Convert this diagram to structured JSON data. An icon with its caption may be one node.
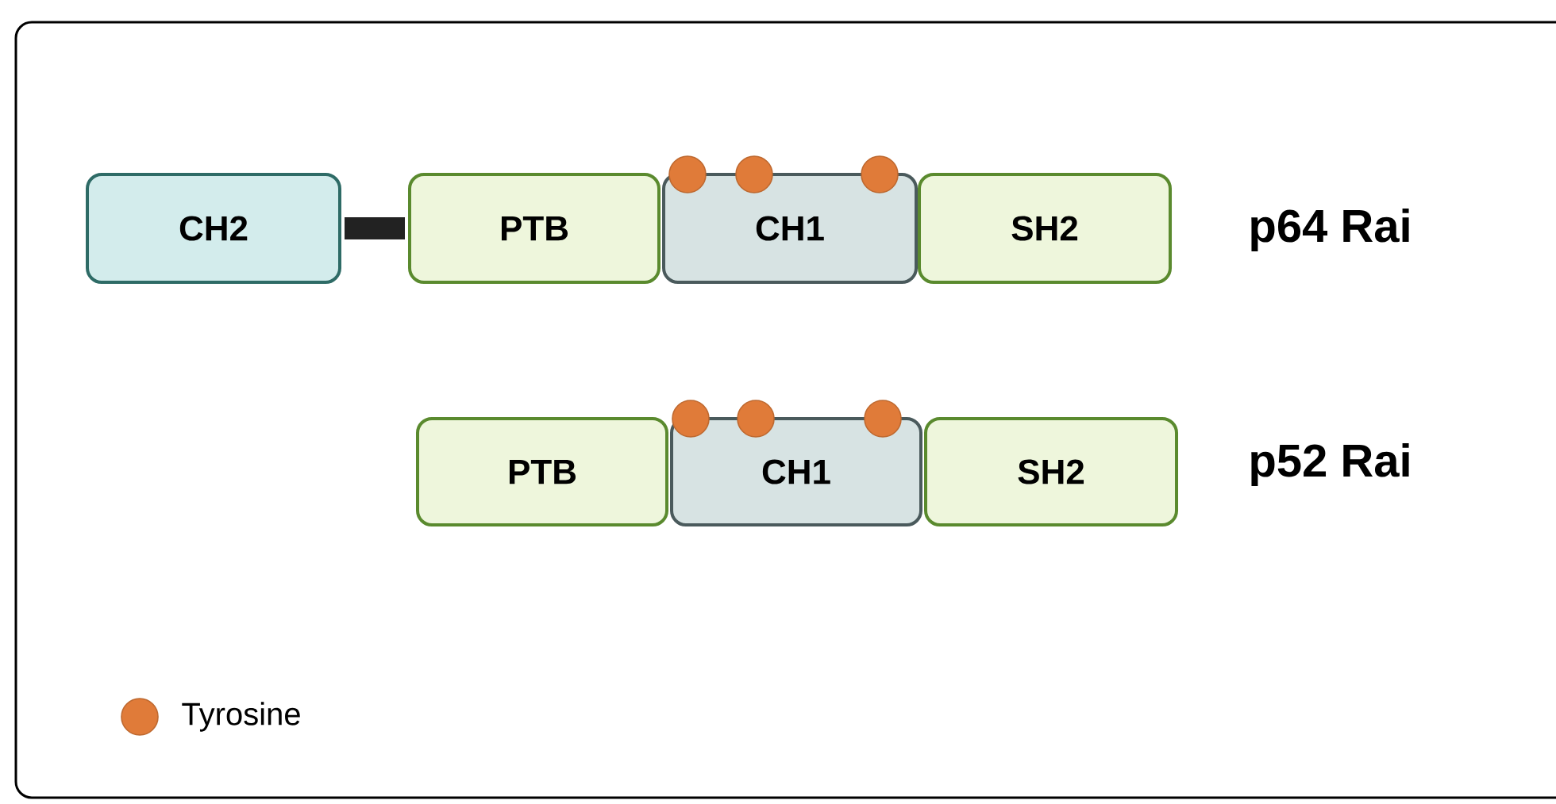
{
  "diagram": {
    "nodes": [
      {
        "text": [
          "CH2"
        ]
      },
      {
        "text": [
          "PTB"
        ]
      },
      {
        "text": [
          "CH1"
        ]
      },
      {
        "text": [
          "SH2"
        ]
      },
      {
        "text": [
          "PTB"
        ]
      },
      {
        "text": [
          "CH1"
        ]
      },
      {
        "text": [
          "SH2"
        ]
      }
    ],
    "edges": [
      {
        "from": 0,
        "to": 1,
        "arrow": "none"
      }
    ],
    "labels": [
      "p64 Rai",
      "p52 Rai"
    ],
    "legend": [
      {
        "text": "Tyrosine",
        "color": "#e07b39"
      }
    ]
  }
}
